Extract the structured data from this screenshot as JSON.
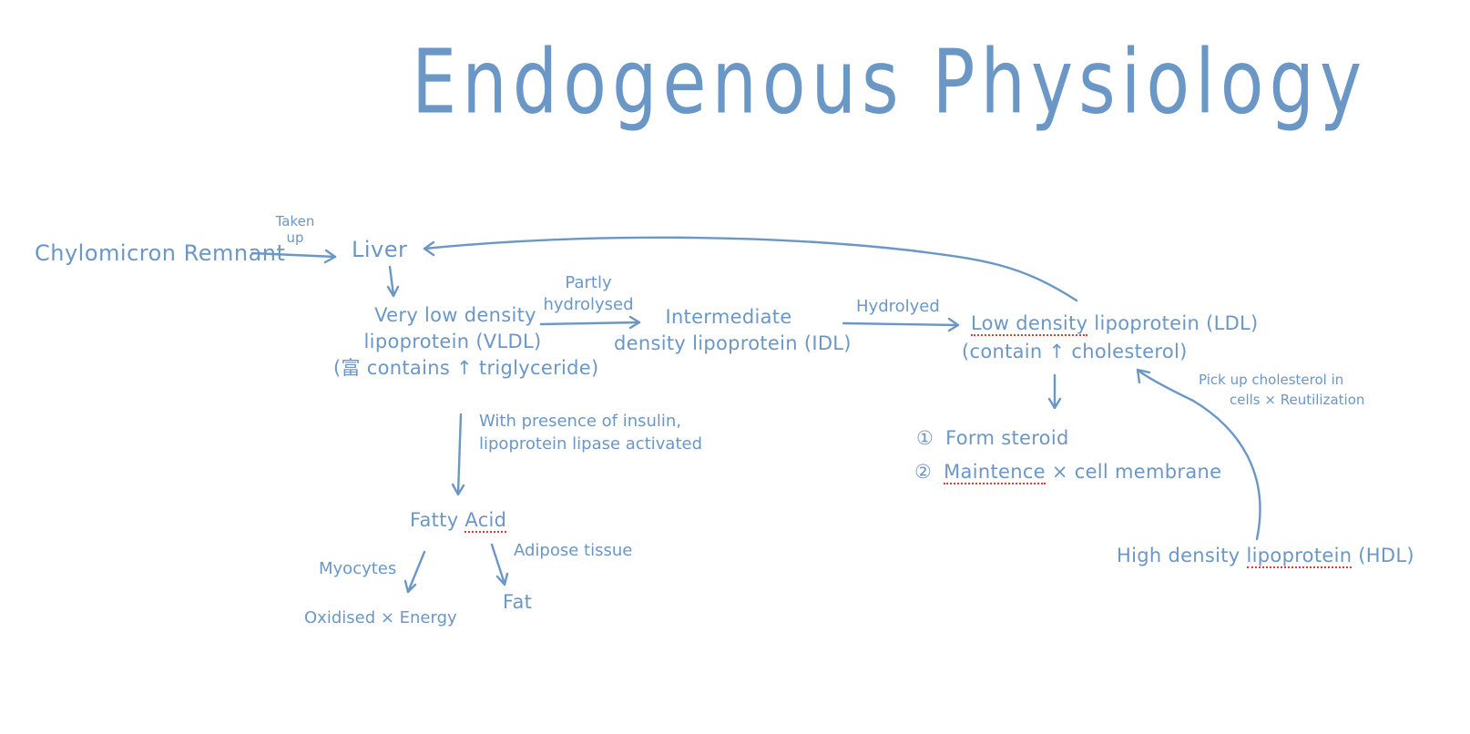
{
  "title": "Endogenous Physiology",
  "nodes": {
    "chylomicron": "Chylomicron Remnant",
    "liver": "Liver",
    "vldl_line1": "Very low density",
    "vldl_line2": "lipoprotein (VLDL)",
    "vldl_line3_prefix": "(",
    "vldl_line3_char": "富",
    "vldl_line3_rest": " contains ↑ triglyceride)",
    "idl_line1": "Intermediate",
    "idl_line2": "density lipoprotein (IDL)",
    "ldl_line1_a": "Low density",
    "ldl_line1_b": " lipoprotein (LDL)",
    "ldl_line2": "(contain ↑ cholesterol)",
    "steroid_marker": "①",
    "steroid": "Form steroid",
    "membrane_marker": "②",
    "membrane_a": "Maintence",
    "membrane_b": " × cell membrane",
    "fatty_a": "Fatty ",
    "fatty_b": "Acid",
    "myocytes": "Myocytes",
    "oxidised": "Oxidised × Energy",
    "adipose": "Adipose tissue",
    "fat": "Fat",
    "hdl_a": "High density ",
    "hdl_b": "lipoprotein",
    "hdl_c": " (HDL)"
  },
  "edge_labels": {
    "taken_up_line1": "Taken",
    "taken_up_line2": "up",
    "partly_line1": "Partly",
    "partly_line2": "hydrolysed",
    "hydrolyed": "Hydrolyed",
    "insulin_line1": "With presence of insulin,",
    "insulin_line2": "lipoprotein lipase  activated",
    "pickup_line1": "Pick up cholesterol in",
    "pickup_line2": "cells × Reutilization"
  },
  "colors": {
    "ink": "#6b97c6",
    "underline": "#e53935"
  }
}
